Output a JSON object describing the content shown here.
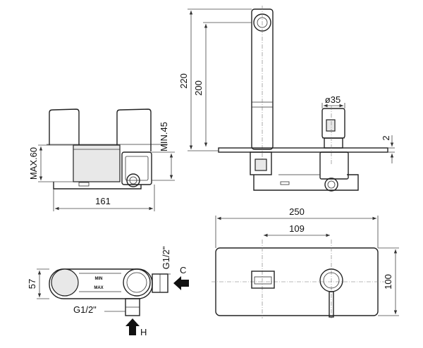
{
  "dimensions": {
    "side_width": "161",
    "side_max": "MAX.60",
    "side_min": "MIN.45",
    "front_height_total": "220",
    "front_height_spout": "200",
    "front_diameter": "ø35",
    "front_plate": "2",
    "plate_width": "250",
    "plate_offset": "109",
    "plate_height": "100",
    "body_depth": "57",
    "thread_top": "G1/2\"",
    "thread_bottom": "G1/2\""
  },
  "labels": {
    "min": "MIN",
    "max": "MAX",
    "cold": "C",
    "hot": "H"
  }
}
